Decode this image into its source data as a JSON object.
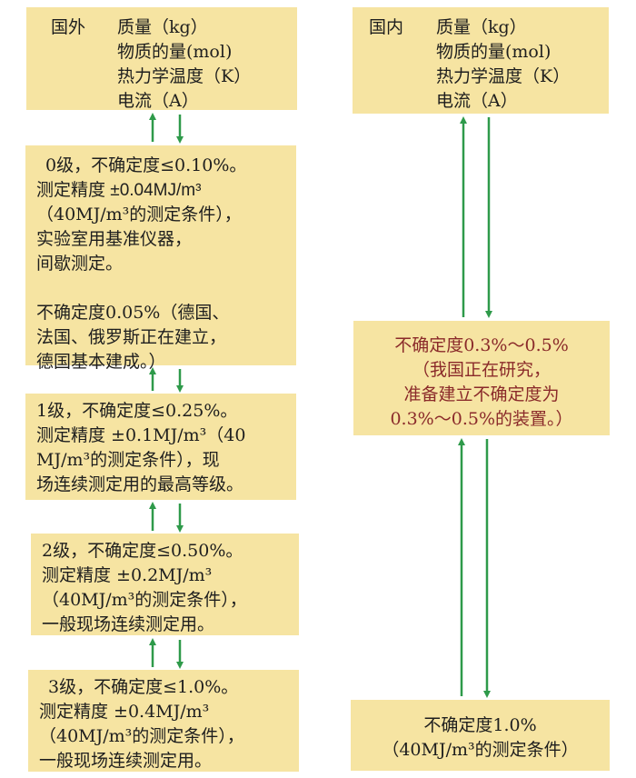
{
  "foreign": {
    "label": "国外",
    "quantities": [
      "质量（kg）",
      "物质的量(mol)",
      "热力学温度（K）",
      "电流（A）"
    ]
  },
  "domestic": {
    "label": "国内",
    "quantities": [
      "质量（kg）",
      "物质的量(mol)",
      "热力学温度（K）",
      "电流（A）"
    ]
  },
  "levels": [
    {
      "lines": [
        "0级，不确定度≤0.10%。",
        "测定精度 ±0.04MJ/m³",
        "（40MJ/m³的测定条件），",
        "实验室用基准仪器，",
        "间歇测定。",
        "",
        "不确定度0.05%（德国、",
        "法国、俄罗斯正在建立，",
        "德国基本建成。）"
      ]
    },
    {
      "lines": [
        "1级，不确定度≤0.25%。",
        "测定精度 ±0.1MJ/m³（40",
        "MJ/m³的测定条件），现",
        "场连续测定用的最高等级。"
      ]
    },
    {
      "lines": [
        "2级，不确定度≤0.50%。",
        "测定精度 ±0.2MJ/m³",
        "（40MJ/m³的测定条件），",
        "一般现场连续测定用。"
      ]
    },
    {
      "lines": [
        "3级，不确定度≤1.0%。",
        "测定精度 ±0.4MJ/m³",
        "（40MJ/m³的测定条件），",
        "一般现场连续测定用。"
      ]
    }
  ],
  "domestic_research": {
    "lines": [
      "不确定度0.3%～0.5%",
      "（我国正在研究，",
      "准备建立不确定度为",
      "0.3%～0.5%的装置。）"
    ]
  },
  "domestic_current": {
    "lines": [
      "不确定度1.0%",
      "（40MJ/m³的测定条件）"
    ]
  },
  "colors": {
    "box_fill": "#f6e4a2",
    "arrow": "#2e9a4a",
    "text": "#1e1e1e",
    "accent_text": "#8a2a2a"
  }
}
